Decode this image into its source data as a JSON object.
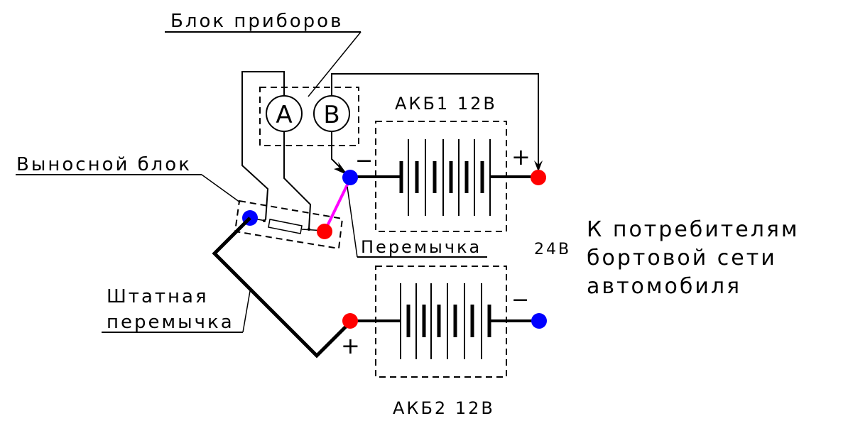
{
  "diagram": {
    "title": "Схема подключения блока приборов к АКБ",
    "labels": {
      "instrument_block": "Блок приборов",
      "remote_block": "Выносной блок",
      "jumper": "Перемычка",
      "standard_jumper_line1": "Штатная",
      "standard_jumper_line2": "перемычка",
      "battery1": "АКБ1 12В",
      "battery2": "АКБ2 12В",
      "total_voltage": "24В",
      "consumers_line1": "К потребителям",
      "consumers_line2": "бортовой сети",
      "consumers_line3": "автомобиля"
    },
    "meters": [
      {
        "id": "ammeter",
        "symbol": "A"
      },
      {
        "id": "voltmeter",
        "symbol": "B"
      }
    ],
    "polarity": {
      "battery1_negative": "−",
      "battery1_positive": "+",
      "battery2_positive": "+",
      "battery2_negative": "−"
    },
    "colors": {
      "positive_terminal": "#ff0000",
      "negative_terminal": "#0000ff",
      "jumper": "#ff00ff",
      "wire": "#000000"
    }
  }
}
